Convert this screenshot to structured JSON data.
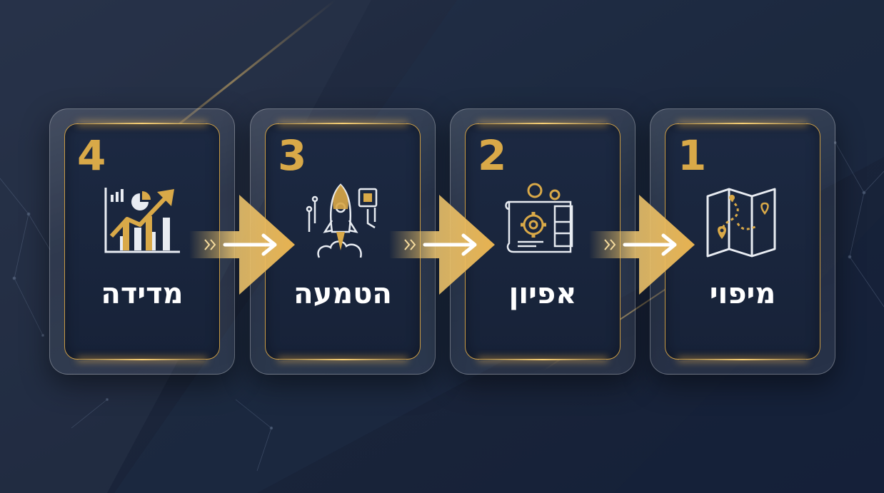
{
  "steps": [
    {
      "number": "4",
      "label": "מדידה",
      "icon": "growth-chart-icon"
    },
    {
      "number": "3",
      "label": "הטמעה",
      "icon": "rocket-icon"
    },
    {
      "number": "2",
      "label": "אפיון",
      "icon": "blueprint-gears-icon"
    },
    {
      "number": "1",
      "label": "מיפוי",
      "icon": "map-route-icon"
    }
  ],
  "colors": {
    "background": "#1a2438",
    "gold": "#d9a948",
    "card_border": "#c79a45",
    "text": "#ffffff"
  }
}
